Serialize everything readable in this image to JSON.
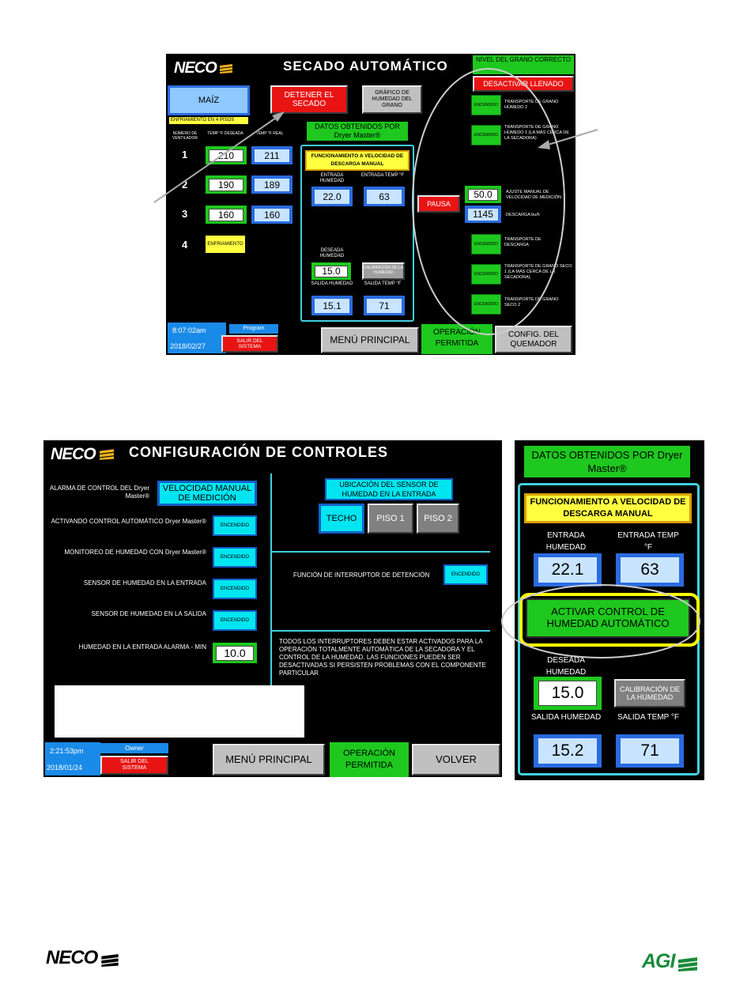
{
  "screen1": {
    "logo": "NECO",
    "title": "SECADO AUTOMÁTICO",
    "grain_level": "NIVEL DEL GRANO CORRECTO",
    "disable_fill": "DESACTIVAR LLENADO",
    "grain_type": "MAÍZ",
    "cooling_note": "ENFRIAMIENTO EN 4 PISOS",
    "stop_drying": "DETENER EL SECADO",
    "moisture_chart": "GRÁFICO DE HUMEDAD DEL GRANO",
    "headers": {
      "fans": "NÚMERO DE VENTILADOR",
      "desired": "TEMP °F DESEADA",
      "real": "TEMP °F REAL"
    },
    "fans": [
      {
        "num": "1",
        "desired": "210",
        "real": "211"
      },
      {
        "num": "2",
        "desired": "190",
        "real": "189"
      },
      {
        "num": "3",
        "desired": "160",
        "real": "160"
      },
      {
        "num": "4",
        "cooling": "ENFRIAMIENTO"
      }
    ],
    "data_from": "DATOS OBTENIDOS POR Dryer Master®",
    "manual_speed": "FUNCIONAMIENTO A VELOCIDAD DE DESCARGA MANUAL",
    "in_moisture_label": "ENTRADA HUMEDAD",
    "in_temp_label": "ENTRADA TEMP °F",
    "in_moisture": "22.0",
    "in_temp": "63",
    "desired_moisture_label": "DESEADA HUMEDAD",
    "desired_moisture": "15.0",
    "calibration": "CALIBRACIÓN DE LA HUMEDAD",
    "out_moisture_label": "SALIDA HUMEDAD",
    "out_temp_label": "SALIDA TEMP °F",
    "out_moisture": "15.1",
    "out_temp": "71",
    "on": "ENCENDIDO",
    "conveyors": [
      "TRANSPORTE DE GRANO HÚMEDO 2",
      "TRANSPORTE DE GRANO HÚMEDO 1 (LA MÁS CERCA DE LA SECADORA)",
      "TRANSPORTE DE DESCARGA",
      "TRANSPORTE DE GRANO SECO 1 (LA MÁS CERCA DE LA SECADORA)",
      "TRANSPORTE DE GRANO SECO 2"
    ],
    "pause": "PAUSA",
    "manual_speed_value": "50.0",
    "manual_speed_label": "AJUSTE MANUAL DE VELOCIDAD DE MEDICIÓN",
    "discharge_value": "1145",
    "discharge_label": "DESCARGA bu/h",
    "time": "8:07:02am",
    "date": "2018/02/27",
    "user": "Program",
    "exit": "SALIR DEL SISTEMA",
    "main_menu": "MENÚ PRINCIPAL",
    "operation": "OPERACIÓN PERMITIDA",
    "burner_config": "CONFIG. DEL QUEMADOR"
  },
  "screen2": {
    "logo": "NECO",
    "title": "CONFIGURACIÓN DE CONTROLES",
    "rows": [
      {
        "label": "ALARMA DE CONTROL DEL Dryer Master®",
        "value": "VELOCIDAD MANUAL DE MEDICIÓN"
      },
      {
        "label": "ACTIVANDO CONTROL AUTOMÁTICO Dryer Master®",
        "value": "ENCENDIDO"
      },
      {
        "label": "MONITOREO DE HUMEDAD CON Dryer Master®",
        "value": "ENCENDIDO"
      },
      {
        "label": "SENSOR DE HUMEDAD EN LA ENTRADA",
        "value": "ENCENDIDO"
      },
      {
        "label": "SENSOR DE HUMEDAD EN LA SALIDA",
        "value": "ENCENDIDO"
      },
      {
        "label": "HUMEDAD EN LA ENTRADA ALARMA - MIN",
        "value": "10.0"
      }
    ],
    "sensor_location": "UBICACIÓN DEL SENSOR DE HUMEDAD EN LA ENTRADA",
    "roof": "TECHO",
    "floor1": "PISO 1",
    "floor2": "PISO 2",
    "stop_switch": "FUNCIÓN DE INTERRUPTOR DE DETENCIÓN",
    "stop_switch_value": "ENCENDIDO",
    "note": "TODOS LOS INTERRUPTORES DEBEN ESTAR ACTIVADOS PARA LA OPERACIÓN TOTALMENTE AUTOMÁTICA DE LA SECADORA Y EL CONTROL DE LA HUMEDAD. LAS FUNCIONES PUEDEN SER DESACTIVADAS SI PERSISTEN PROBLEMAS CON EL COMPONENTE PARTICULAR",
    "time": "2:21:53pm",
    "date": "2018/01/24",
    "user": "Owner",
    "exit": "SALIR DEL SISTEMA",
    "main_menu": "MENÚ PRINCIPAL",
    "operation": "OPERACIÓN PERMITIDA",
    "back": "VOLVER"
  },
  "screen3": {
    "data_from": "DATOS OBTENIDOS POR Dryer Master®",
    "manual_speed": "FUNCIONAMIENTO A VELOCIDAD DE DESCARGA MANUAL",
    "in_moisture_label": "ENTRADA HUMEDAD",
    "in_temp_label": "ENTRADA TEMP °F",
    "in_moisture": "22.1",
    "in_temp": "63",
    "activate": "ACTIVAR CONTROL DE HUMEDAD AUTOMÁTICO",
    "desired_moisture_label": "DESEADA HUMEDAD",
    "desired_moisture": "15.0",
    "calibration": "CALIBRACIÓN DE LA HUMEDAD",
    "out_moisture_label": "SALIDA HUMEDAD",
    "out_temp_label": "SALIDA TEMP °F",
    "out_moisture": "15.2",
    "out_temp": "71"
  },
  "footer": {
    "neco_logo": "NECO",
    "agi_logo": "AGI"
  },
  "colors": {
    "green": "#1ec81e",
    "red": "#e81414",
    "cyan": "#00e5ef",
    "yellow": "#ffff40",
    "blue": "#2a6be0"
  }
}
